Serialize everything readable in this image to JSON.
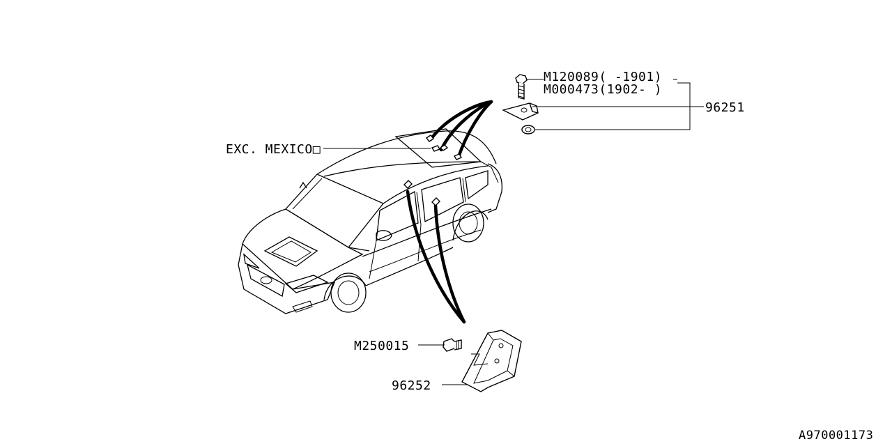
{
  "labels": {
    "bolt_old": "M120089(  -1901)",
    "bolt_new": "M000473(1902-  )",
    "bracket_upper": "96251",
    "exc_mexico": "EXC. MEXICO□",
    "clip_bolt": "M250015",
    "bracket_lower": "96252",
    "diagram_code": "A970001173"
  }
}
